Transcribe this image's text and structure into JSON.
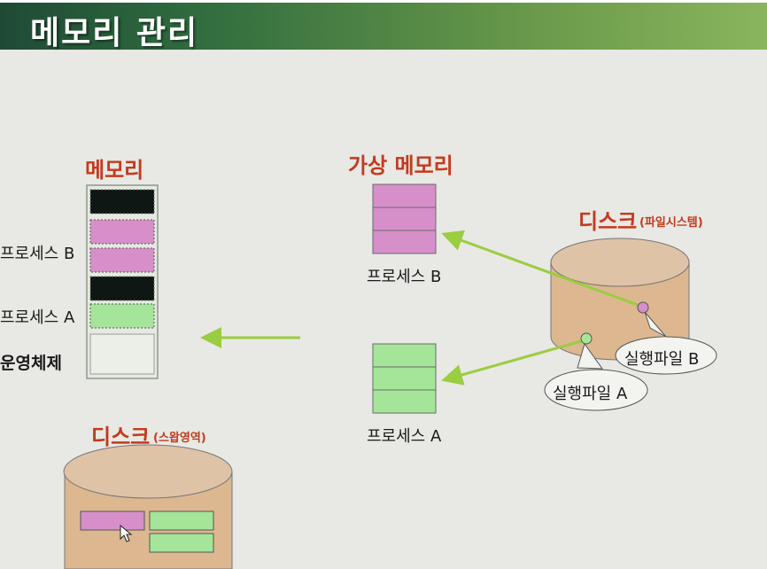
{
  "header": {
    "title": "메모리 관리"
  },
  "memory": {
    "title": "메모리",
    "labels": {
      "process_b": "프로세스 B",
      "process_a": "프로세스 A",
      "os": "운영체제"
    },
    "segments": [
      "black",
      "pink",
      "pink",
      "black",
      "green",
      "empty"
    ]
  },
  "virtual_memory": {
    "title": "가상 메모리",
    "process_b_label": "프로세스 B",
    "process_a_label": "프로세스 A"
  },
  "disk_filesystem": {
    "title": "디스크",
    "subtitle": "(파일시스템)",
    "callout_b": "실행파일 B",
    "callout_a": "실행파일 A"
  },
  "disk_swap": {
    "title": "디스크",
    "subtitle": "(스왑영역)"
  },
  "colors": {
    "pink": "#d68fc9",
    "green": "#a5e59a",
    "black": "#0f1714",
    "arrow": "#9acd40",
    "disk": "#dcc1a5",
    "title_red": "#c33a1c"
  }
}
